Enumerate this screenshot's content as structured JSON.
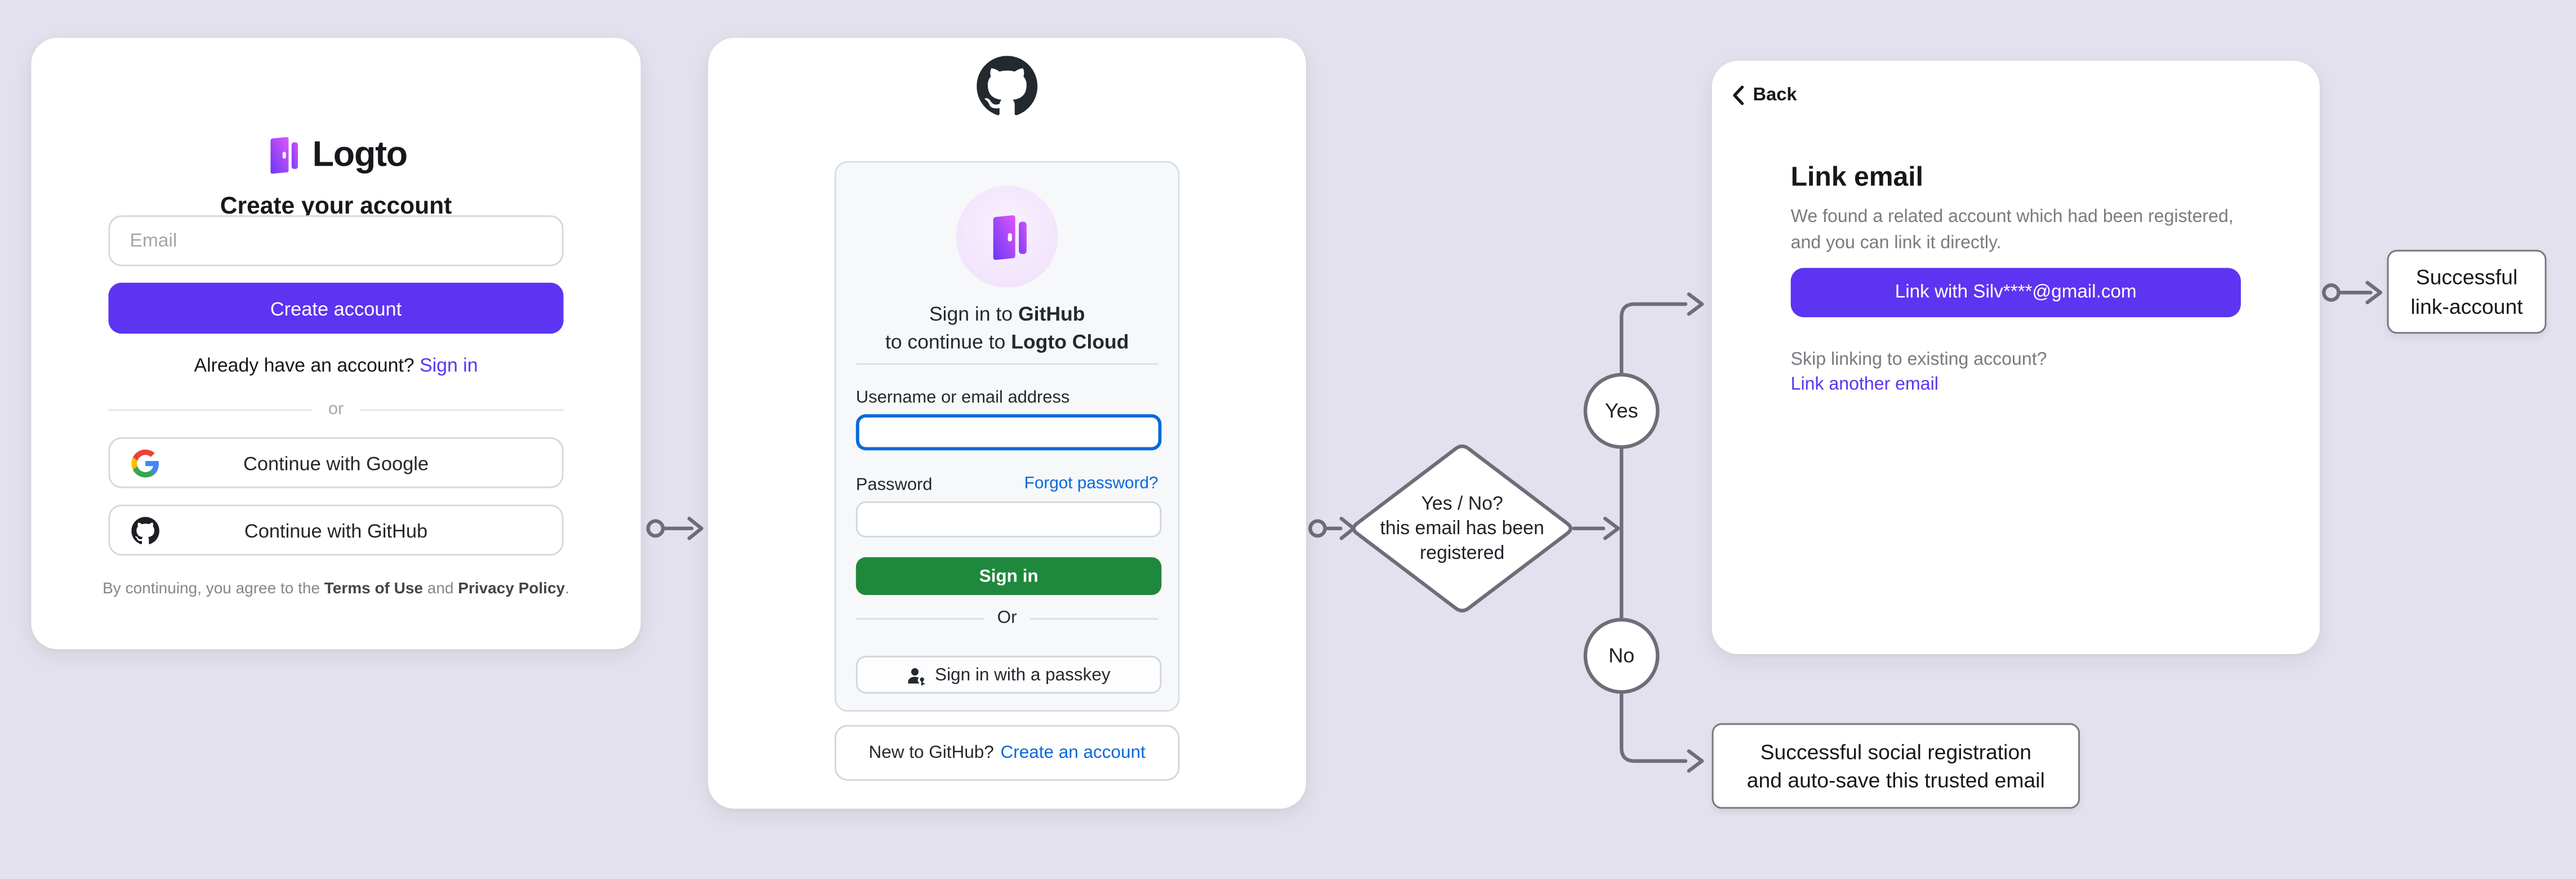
{
  "colors": {
    "background": "#e3e1ed",
    "accent_purple": "#5d34f2",
    "github_green": "#1f883d",
    "github_blue": "#0969da",
    "connector_gray": "#6e6e79"
  },
  "icons": {
    "brand": "logto-door-icon",
    "github": "github-mark-icon",
    "google": "google-g-icon",
    "passkey": "person-key-icon",
    "back": "chevron-left-icon"
  },
  "signup_card": {
    "brand": "Logto",
    "title": "Create your account",
    "email_placeholder": "Email",
    "create_button": "Create account",
    "signin_prompt": "Already have an account?",
    "signin_link": "Sign in",
    "divider": "or",
    "google_button": "Continue with Google",
    "github_button": "Continue with GitHub",
    "terms_prefix": "By continuing, you agree to the ",
    "terms_link": "Terms of Use",
    "terms_middle": " and ",
    "privacy_link": "Privacy Policy",
    "terms_suffix": "."
  },
  "github_card": {
    "signin_title_prefix": "Sign in to ",
    "signin_title_bold": "GitHub",
    "continue_prefix": "to continue to ",
    "continue_bold": "Logto Cloud",
    "username_label": "Username or email address",
    "password_label": "Password",
    "forgot_link": "Forgot password?",
    "signin_button": "Sign in",
    "divider": "Or",
    "passkey_button": "Sign in with a passkey",
    "footer_prompt": "New to GitHub?",
    "footer_link": "Create an account"
  },
  "link_card": {
    "back": "Back",
    "title": "Link email",
    "description": "We found a related account which had been registered, and you can link it directly.",
    "link_button": "Link with Silv****@gmail.com",
    "skip_prompt": "Skip linking to existing account?",
    "skip_link": "Link another email"
  },
  "flow": {
    "decision_line1": "Yes / No?",
    "decision_line2": "this email has been",
    "decision_line3": "registered",
    "yes": "Yes",
    "no": "No",
    "outcome_link_line1": "Successful",
    "outcome_link_line2": "link-account",
    "outcome_social_line1": "Successful social registration",
    "outcome_social_line2": "and auto-save this trusted email"
  }
}
